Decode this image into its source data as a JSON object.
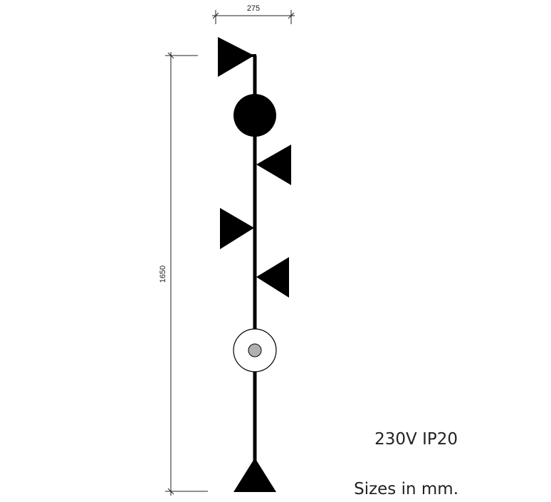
{
  "dimensions": {
    "width_label": "275",
    "height_label": "1650"
  },
  "specs": {
    "voltage_rating": "230V IP20",
    "units_note": "Sizes in mm."
  },
  "colors": {
    "line": "#000000",
    "shade": "#ffffff",
    "switch_knob": "#b0b0b0",
    "dimension": "#222222"
  }
}
